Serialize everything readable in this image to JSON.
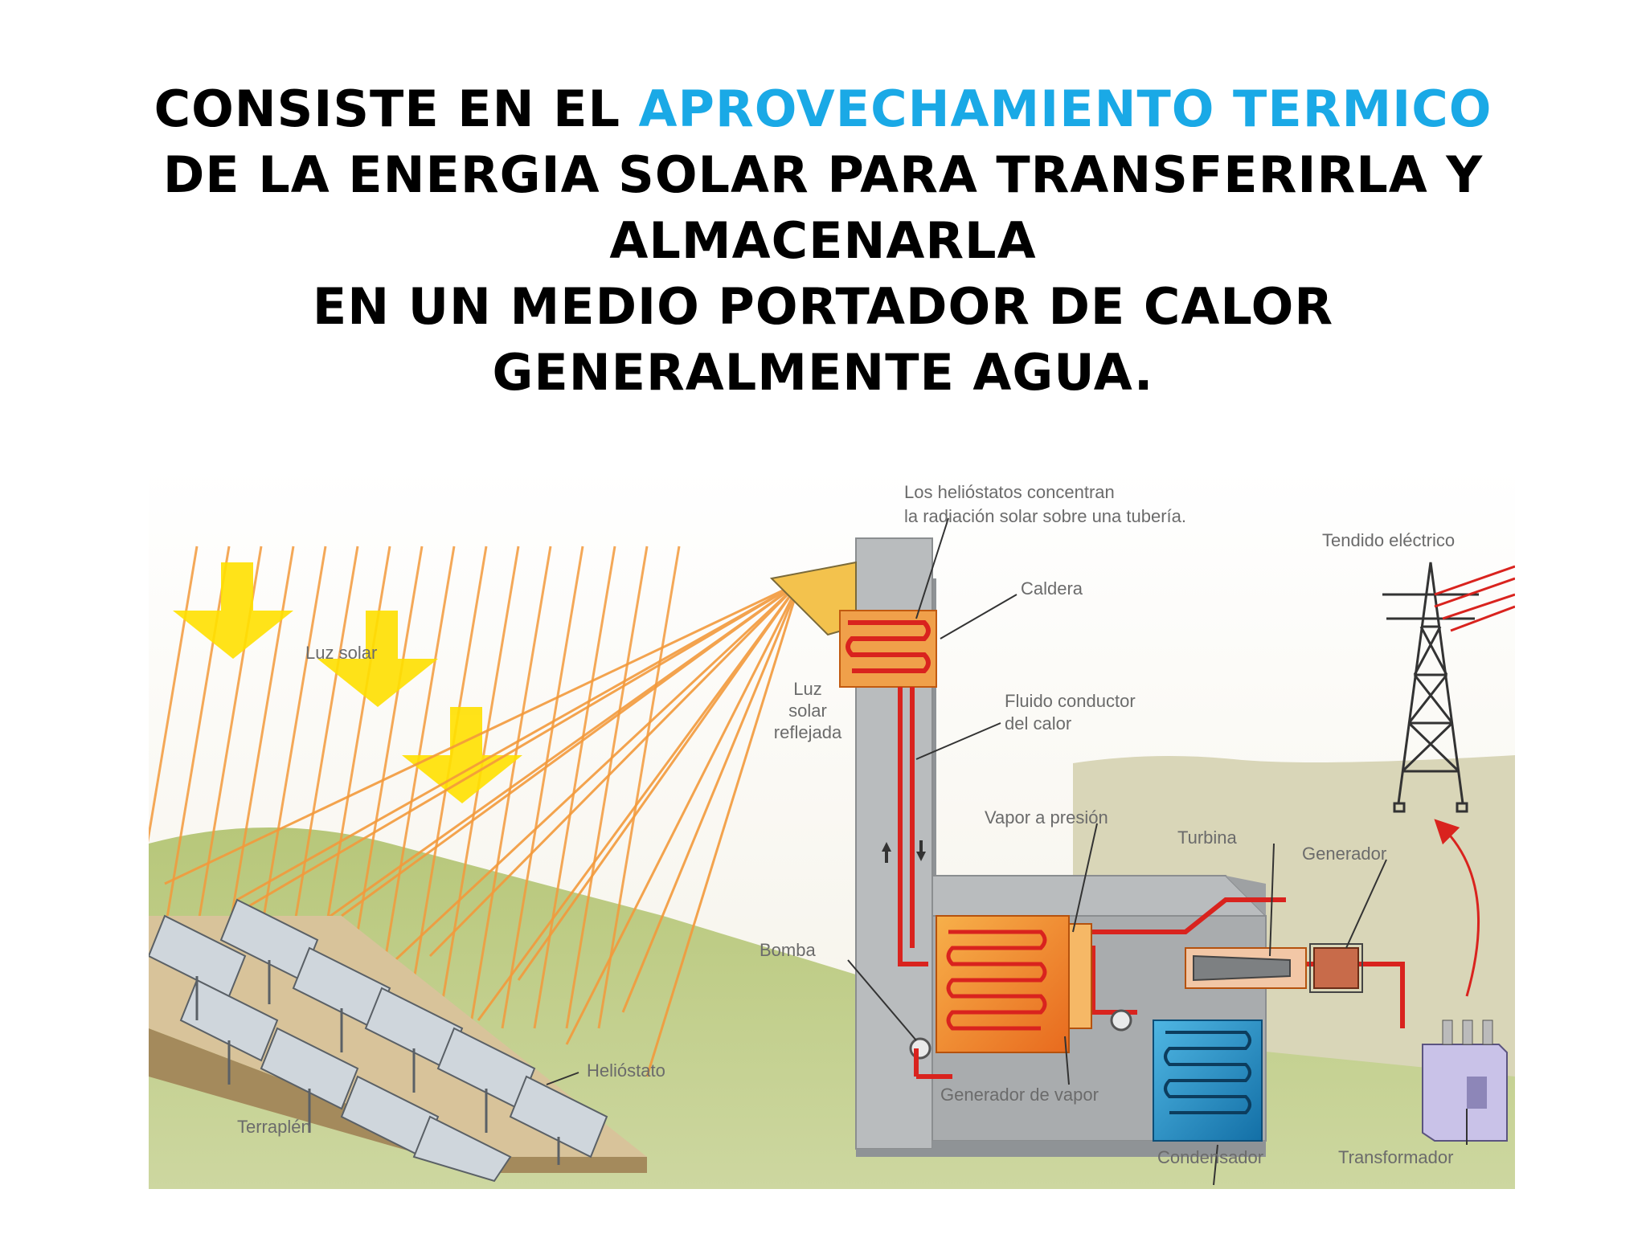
{
  "title": {
    "line1_prefix": "CONSISTE EN EL ",
    "line1_accent": "APROVECHAMIENTO TERMICO",
    "line2": "DE LA ENERGIA SOLAR PARA TRANSFERIRLA Y",
    "line3": "ALMACENARLA",
    "line4": "EN UN MEDIO PORTADOR DE CALOR",
    "line5": "GENERALMENTE AGUA.",
    "accent_color": "#1aa9e6"
  },
  "diagram": {
    "heliostat_note_prefix": "Los ",
    "heliostat_note_bold": "helióstatos",
    "heliostat_note_suffix": " concentran",
    "heliostat_note_line2": "la radiación solar sobre una tubería.",
    "labels": {
      "luz_solar": "Luz solar",
      "luz_reflejada_1": "Luz",
      "luz_reflejada_2": "solar",
      "luz_reflejada_3": "reflejada",
      "caldera": "Caldera",
      "fluido_1": "Fluido conductor",
      "fluido_2": "del calor",
      "vapor": "Vapor a presión",
      "turbina": "Turbina",
      "generador": "Generador",
      "tendido": "Tendido eléctrico",
      "bomba": "Bomba",
      "heliostato": "Helióstato",
      "terraplen": "Terraplén",
      "generador_vapor": "Generador de vapor",
      "condensador": "Condensador",
      "transformador": "Transformador"
    },
    "colors": {
      "sun_rays": "#f39a3c",
      "sun_arrow": "#ffe000",
      "pipe_red": "#d9231e",
      "steam_generator": "#f08a2a",
      "condenser": "#1b8fc9",
      "building": "#b9bcbe",
      "terrain": "#c8b48a",
      "hill": "#aebf6a"
    }
  }
}
